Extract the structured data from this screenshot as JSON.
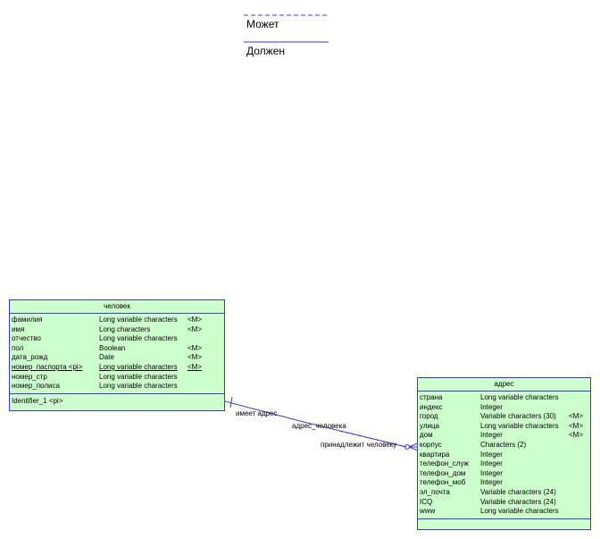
{
  "legend": {
    "optional_label": "Может",
    "mandatory_label": "Должен"
  },
  "colors": {
    "entity_fill": "#ccffcc",
    "border": "#3a3ad6",
    "line": "#3a3ad6"
  },
  "entity_person": {
    "title": "человек",
    "attributes": [
      {
        "name": "фамилия",
        "type": "Long variable characters",
        "flag": "<M>",
        "underlined": false
      },
      {
        "name": "имя",
        "type": "Long characters",
        "flag": "<M>",
        "underlined": false
      },
      {
        "name": "отчество",
        "type": "Long variable characters",
        "flag": "",
        "underlined": false
      },
      {
        "name": "пол",
        "type": "Boolean",
        "flag": "<M>",
        "underlined": false
      },
      {
        "name": "дата_рожд",
        "type": "Date",
        "flag": "<M>",
        "underlined": false
      },
      {
        "name": "номер_паспорта  <pi>",
        "type": "Long variable characters",
        "flag": "<M>",
        "underlined": true
      },
      {
        "name": "номер_стр",
        "type": "Long variable characters",
        "flag": "",
        "underlined": false
      },
      {
        "name": "номер_полиса",
        "type": "Long variable characters",
        "flag": "",
        "underlined": false
      }
    ],
    "identifier": "Identifier_1  <pi>"
  },
  "entity_address": {
    "title": "адрес",
    "attributes": [
      {
        "name": "страна",
        "type": "Long variable characters",
        "flag": ""
      },
      {
        "name": "индекс",
        "type": "Integer",
        "flag": ""
      },
      {
        "name": "город",
        "type": "Variable characters (30)",
        "flag": "<M>"
      },
      {
        "name": "улица",
        "type": "Long variable characters",
        "flag": "<M>"
      },
      {
        "name": "дом",
        "type": "Integer",
        "flag": "<M>"
      },
      {
        "name": "корпус",
        "type": "Characters (2)",
        "flag": ""
      },
      {
        "name": "квартира",
        "type": "Integer",
        "flag": ""
      },
      {
        "name": "телефон_служ",
        "type": "Integer",
        "flag": ""
      },
      {
        "name": "телефон_дом",
        "type": "Integer",
        "flag": ""
      },
      {
        "name": "телефон_моб",
        "type": "Integer",
        "flag": ""
      },
      {
        "name": "эл_почта",
        "type": "Variable characters (24)",
        "flag": ""
      },
      {
        "name": "ICQ",
        "type": "Variable characters (24)",
        "flag": ""
      },
      {
        "name": "www",
        "type": "Long variable characters",
        "flag": ""
      }
    ]
  },
  "relationship": {
    "name": "адрес_человека",
    "role_person": "имеет адрес",
    "role_address": "принадлежит человеку"
  }
}
